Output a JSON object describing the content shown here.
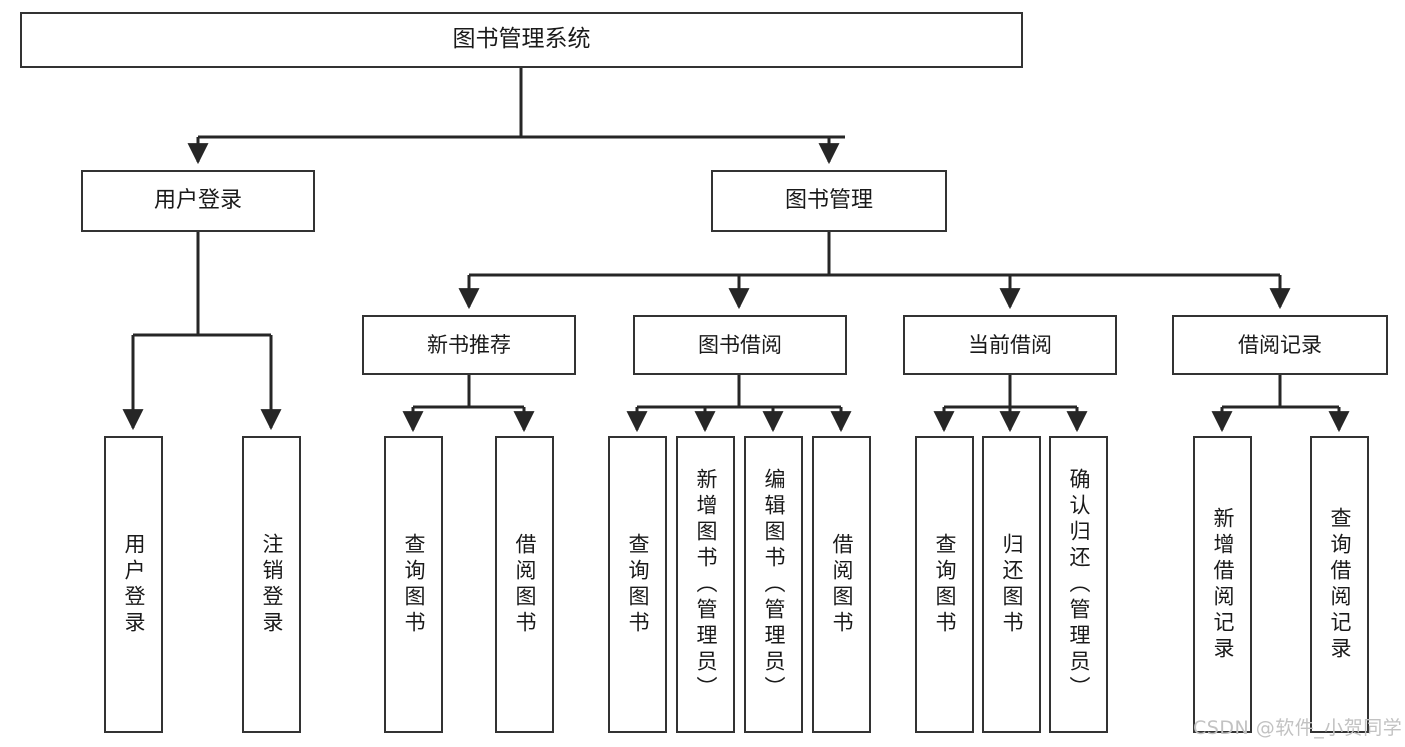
{
  "diagram": {
    "title": "图书管理系统",
    "type": "hierarchy-tree",
    "watermark": "CSDN @软件_小贺同学",
    "colors": {
      "background": "#ffffff",
      "box_border": "#333333",
      "box_fill": "#ffffff",
      "text": "#1a1a1a",
      "connector": "#262626",
      "watermark": "#c2c2c2"
    },
    "root": {
      "id": "root",
      "label": "图书管理系统"
    },
    "level2": [
      {
        "id": "user-login",
        "label": "用户登录"
      },
      {
        "id": "book-manage",
        "label": "图书管理"
      }
    ],
    "level3": [
      {
        "id": "new-book-rec",
        "label": "新书推荐",
        "parent": "book-manage"
      },
      {
        "id": "book-borrow",
        "label": "图书借阅",
        "parent": "book-manage"
      },
      {
        "id": "current-borrow",
        "label": "当前借阅",
        "parent": "book-manage"
      },
      {
        "id": "borrow-record",
        "label": "借阅记录",
        "parent": "book-manage"
      }
    ],
    "leaves": [
      {
        "id": "leaf-user-login",
        "label": "用户登录",
        "parent": "user-login"
      },
      {
        "id": "leaf-user-logout",
        "label": "注销登录",
        "parent": "user-login"
      },
      {
        "id": "leaf-query-book-1",
        "label": "查询图书",
        "parent": "new-book-rec"
      },
      {
        "id": "leaf-borrow-book-1",
        "label": "借阅图书",
        "parent": "new-book-rec"
      },
      {
        "id": "leaf-query-book-2",
        "label": "查询图书",
        "parent": "book-borrow"
      },
      {
        "id": "leaf-add-book",
        "label": "新增图书（管理员）",
        "parent": "book-borrow"
      },
      {
        "id": "leaf-edit-book",
        "label": "编辑图书（管理员）",
        "parent": "book-borrow"
      },
      {
        "id": "leaf-borrow-book-2",
        "label": "借阅图书",
        "parent": "book-borrow"
      },
      {
        "id": "leaf-query-book-3",
        "label": "查询图书",
        "parent": "current-borrow"
      },
      {
        "id": "leaf-return-book",
        "label": "归还图书",
        "parent": "current-borrow"
      },
      {
        "id": "leaf-confirm-return",
        "label": "确认归还（管理员）",
        "parent": "current-borrow"
      },
      {
        "id": "leaf-add-record",
        "label": "新增借阅记录",
        "parent": "borrow-record"
      },
      {
        "id": "leaf-query-record",
        "label": "查询借阅记录",
        "parent": "borrow-record"
      }
    ]
  }
}
